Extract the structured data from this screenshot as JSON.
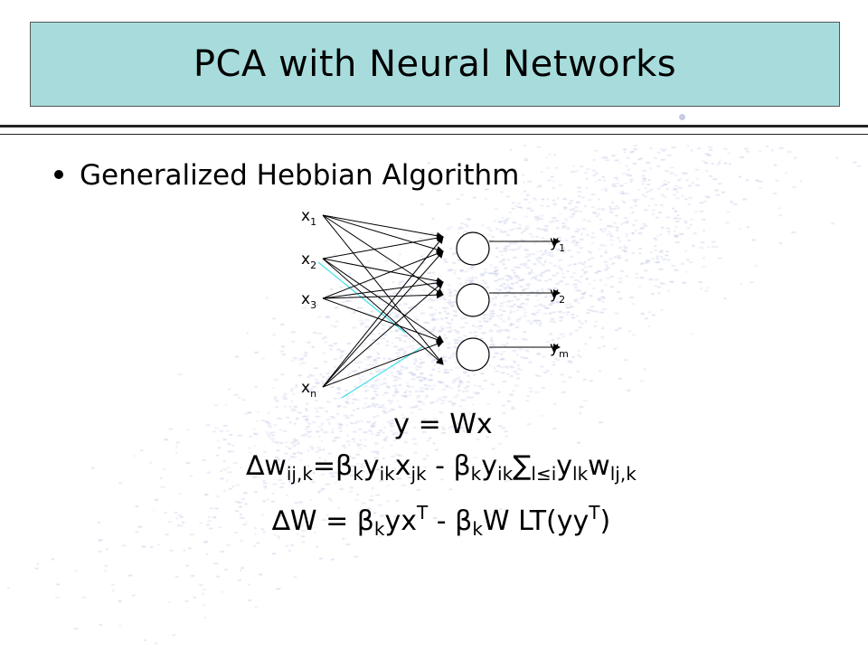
{
  "title": "PCA with Neural Networks",
  "bullet": "Generalized Hebbian Algorithm",
  "inputs": [
    {
      "base": "x",
      "sub": "1"
    },
    {
      "base": "x",
      "sub": "2"
    },
    {
      "base": "x",
      "sub": "3"
    },
    {
      "base": "x",
      "sub": "n"
    }
  ],
  "outputs": [
    {
      "base": "y",
      "sub": "1"
    },
    {
      "base": "y",
      "sub": "2"
    },
    {
      "base": "y",
      "sub": "m"
    }
  ],
  "equations": {
    "eq1": "y = Wx",
    "eq2": {
      "delta": "∆",
      "w": "w",
      "w_sub": "ij,k",
      "eq": "=",
      "beta": "β",
      "k": "k",
      "y": "y",
      "ik": "ik",
      "x": "x",
      "jk": "jk",
      "minus": " - ",
      "sigma": "∑",
      "sigma_sub": "l≤i",
      "lk": "lk",
      "w2_sub": "lj,k"
    },
    "eq3": {
      "lead": "∆W = ",
      "beta": "β",
      "k": "k",
      "yx": "yx",
      "T": "T",
      "minus": " - ",
      "tail": "W LT(yy",
      "close": ")"
    }
  },
  "colors": {
    "title_bg": "#a8dcdc",
    "scatter": "#c8cce8",
    "highlight_line": "#40e0e8"
  }
}
